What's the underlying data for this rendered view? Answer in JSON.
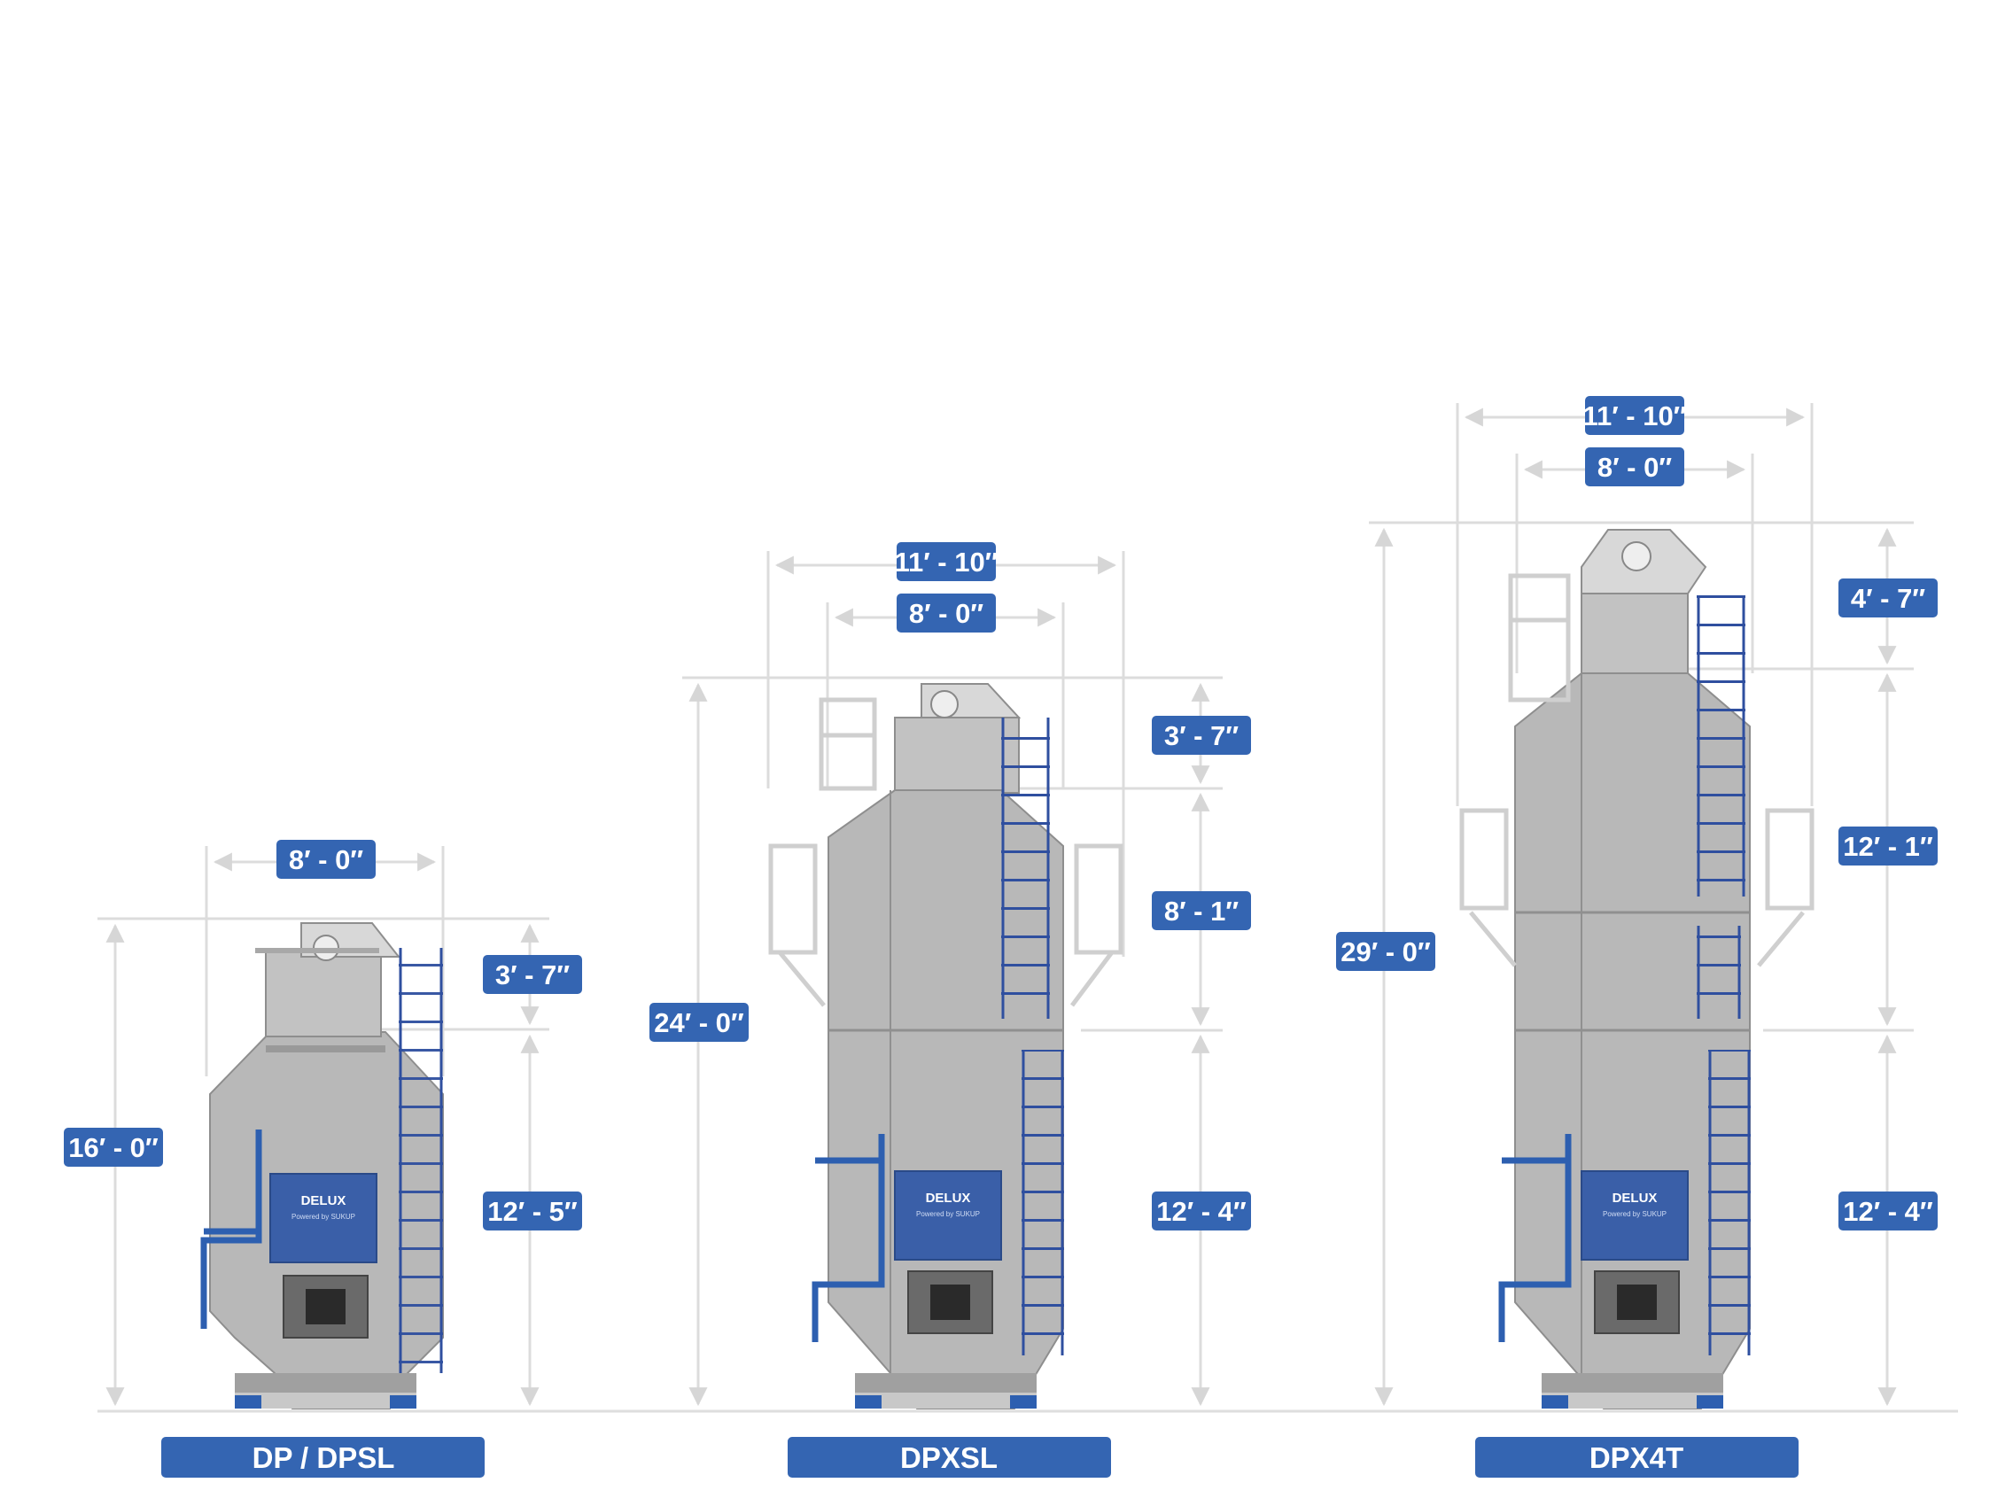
{
  "colors": {
    "accent": "#3465b2",
    "dimension_line": "#dcdcdc",
    "body": "#b8b8b8",
    "body_dark": "#9a9a9a",
    "ladder": "#2f4f9f",
    "pipe": "#2d5fb0",
    "panel": "#3a5fa8"
  },
  "brand": {
    "name": "DELUX",
    "sub": "Powered by SUKUP"
  },
  "models": [
    {
      "name": "DP / DPSL",
      "total_height": "16′ - 0″",
      "upper_height": "3′ - 7″",
      "lower_height": "12′ - 5″",
      "inner_width": "8′ - 0″"
    },
    {
      "name": "DPXSL",
      "total_height": "24′ - 0″",
      "top_height": "3′ - 7″",
      "middle_height": "8′ - 1″",
      "lower_height": "12′ - 4″",
      "inner_width": "8′ - 0″",
      "outer_width": "11′ - 10″"
    },
    {
      "name": "DPX4T",
      "total_height": "29′ - 0″",
      "top_height": "4′ - 7″",
      "middle_height": "12′ - 1″",
      "lower_height": "12′ - 4″",
      "inner_width": "8′ - 0″",
      "outer_width": "11′ - 10″"
    }
  ]
}
